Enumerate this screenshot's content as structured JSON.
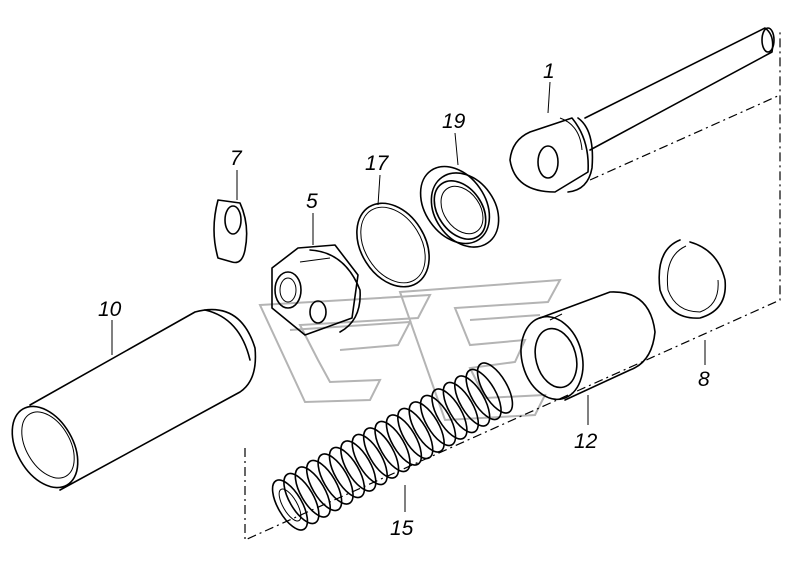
{
  "diagram": {
    "callouts": [
      {
        "id": "part-1",
        "label": "1"
      },
      {
        "id": "part-19",
        "label": "19"
      },
      {
        "id": "part-17",
        "label": "17"
      },
      {
        "id": "part-7",
        "label": "7"
      },
      {
        "id": "part-5",
        "label": "5"
      },
      {
        "id": "part-10",
        "label": "10"
      },
      {
        "id": "part-8",
        "label": "8"
      },
      {
        "id": "part-12",
        "label": "12"
      },
      {
        "id": "part-15",
        "label": "15"
      }
    ],
    "colors": {
      "ink": "#000000",
      "watermark": "#b4b4b4",
      "background": "#ffffff"
    }
  }
}
